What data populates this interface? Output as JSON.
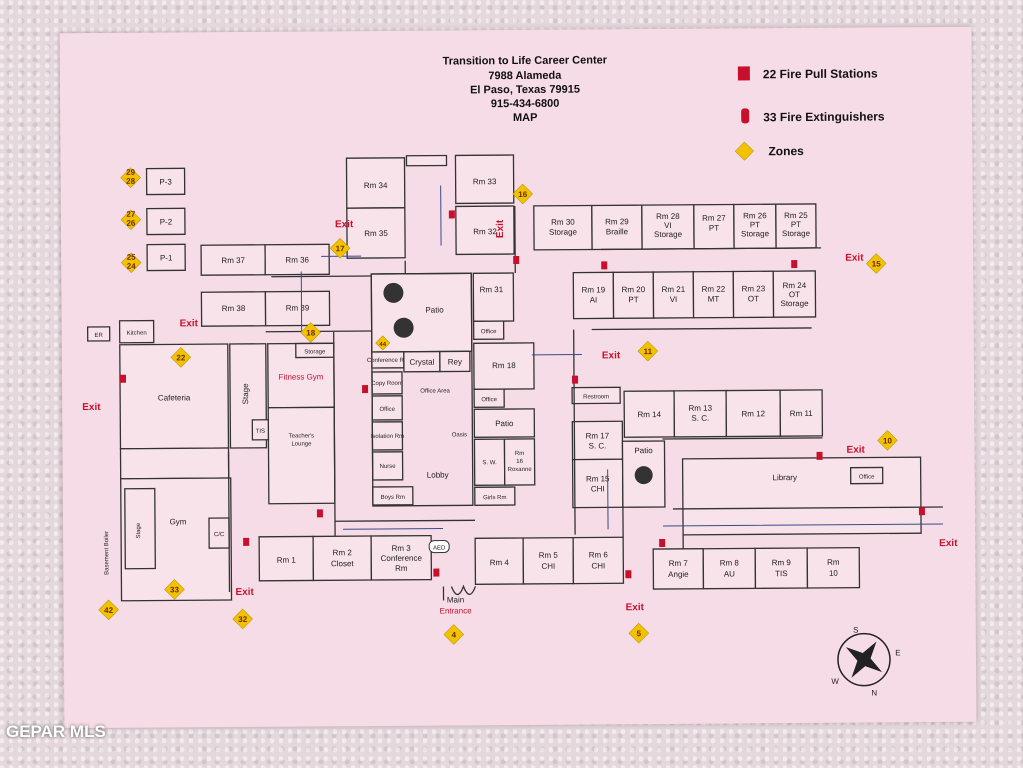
{
  "header": {
    "line1": "Transition to Life Career Center",
    "line2": "7988 Alameda",
    "line3": "El Paso, Texas 79915",
    "line4": "915-434-6800",
    "line5": "MAP"
  },
  "legend": {
    "pull": "22 Fire Pull Stations",
    "ext": "33 Fire Extinguishers",
    "zones": "Zones"
  },
  "rooms": {
    "r34": "Rm 34",
    "r35": "Rm 35",
    "r33": "Rm 33",
    "r32": "Rm 32",
    "r30a": "Rm 30",
    "r30b": "Storage",
    "r29a": "Rm 29",
    "r29b": "Braille",
    "r28a": "Rm 28",
    "r28b": "VI",
    "r28c": "Storage",
    "r27a": "Rm 27",
    "r27b": "PT",
    "r26a": "Rm 26",
    "r26b": "PT",
    "r26c": "Storage",
    "r25a": "Rm 25",
    "r25b": "PT",
    "r25c": "Storage",
    "r37": "Rm 37",
    "r36": "Rm 36",
    "r38": "Rm 38",
    "r39": "Rm 39",
    "p3": "P-3",
    "p2": "P-2",
    "p1": "P-1",
    "kitchen": "Kitchen",
    "er": "ER",
    "cafeteria": "Cafeteria",
    "stage": "Stage",
    "fitness": "Fitness Gym",
    "teachers1": "Teacher's",
    "teachers2": "Lounge",
    "storage": "Storage",
    "tis": "TIS",
    "patio1": "Patio",
    "patio2": "Patio",
    "patio3": "Patio",
    "conf": "Conference Rm",
    "crystal": "Crystal",
    "rey": "Rey",
    "copy": "Copy Room",
    "office": "Office",
    "officearea": "Office Area",
    "isolation": "Isolation Rm",
    "nurse": "Nurse",
    "oasis": "Oasis",
    "lobby": "Lobby",
    "boys": "Boys Rm",
    "girls": "Girls Rm",
    "cc": "C/C",
    "sw": "S. W.",
    "r16a": "Rm",
    "r16b": "16",
    "r16c": "Roxanne",
    "r31": "Rm 31",
    "r18": "Rm 18",
    "office2": "Office",
    "office3": "Office",
    "r19a": "Rm 19",
    "r19b": "AI",
    "r20a": "Rm 20",
    "r20b": "PT",
    "r21a": "Rm 21",
    "r21b": "VI",
    "r22a": "Rm 22",
    "r22b": "MT",
    "r23a": "Rm 23",
    "r23b": "OT",
    "r24a": "Rm 24",
    "r24b": "OT",
    "r24c": "Storage",
    "restroom": "Restroom",
    "r14": "Rm 14",
    "r13a": "Rm 13",
    "r13b": "S. C.",
    "r12": "Rm 12",
    "r11": "Rm 11",
    "r17a": "Rm 17",
    "r17b": "S. C.",
    "r15a": "Rm 15",
    "r15b": "CHI",
    "library": "Library",
    "gym": "Gym",
    "stage2": "Stage",
    "boiler": "Basement Boiler",
    "r1": "Rm 1",
    "r2a": "Rm 2",
    "r2b": "Closet",
    "r3a": "Rm 3",
    "r3b": "Conference",
    "r3c": "Rm",
    "aed": "AED",
    "r4": "Rm 4",
    "r5a": "Rm 5",
    "r5b": "CHI",
    "r6a": "Rm 6",
    "r6b": "CHI",
    "r7a": "Rm 7",
    "r7b": "Angie",
    "r8a": "Rm 8",
    "r8b": "AU",
    "r9a": "Rm 9",
    "r9b": "TIS",
    "r10a": "Rm",
    "r10b": "10",
    "main1": "Main",
    "main2": "Entrance"
  },
  "exits": {
    "e1": "Exit",
    "e2": "Exit",
    "e3": "Exit",
    "e4": "Exit",
    "e5": "Exit",
    "e6": "Exit",
    "e7": "Exit",
    "e8": "Exit",
    "e9": "Exit",
    "e10": "Exit"
  },
  "zones": {
    "z29": "29",
    "z28": "28",
    "z27": "27",
    "z26": "26",
    "z25": "25",
    "z24": "24",
    "z17": "17",
    "z16": "16",
    "z15": "15",
    "z18": "18",
    "z22": "22",
    "z11": "11",
    "z10": "10",
    "z33": "33",
    "z42": "42",
    "z32": "32",
    "z4": "4",
    "z5": "5",
    "z44": "44"
  },
  "compass": {
    "s": "S",
    "w": "W",
    "n": "N",
    "e": "E"
  },
  "watermark": "GEPAR MLS",
  "colors": {
    "paper": "#f6dce6",
    "alarm": "#c8102e",
    "zone": "#f2c200"
  }
}
